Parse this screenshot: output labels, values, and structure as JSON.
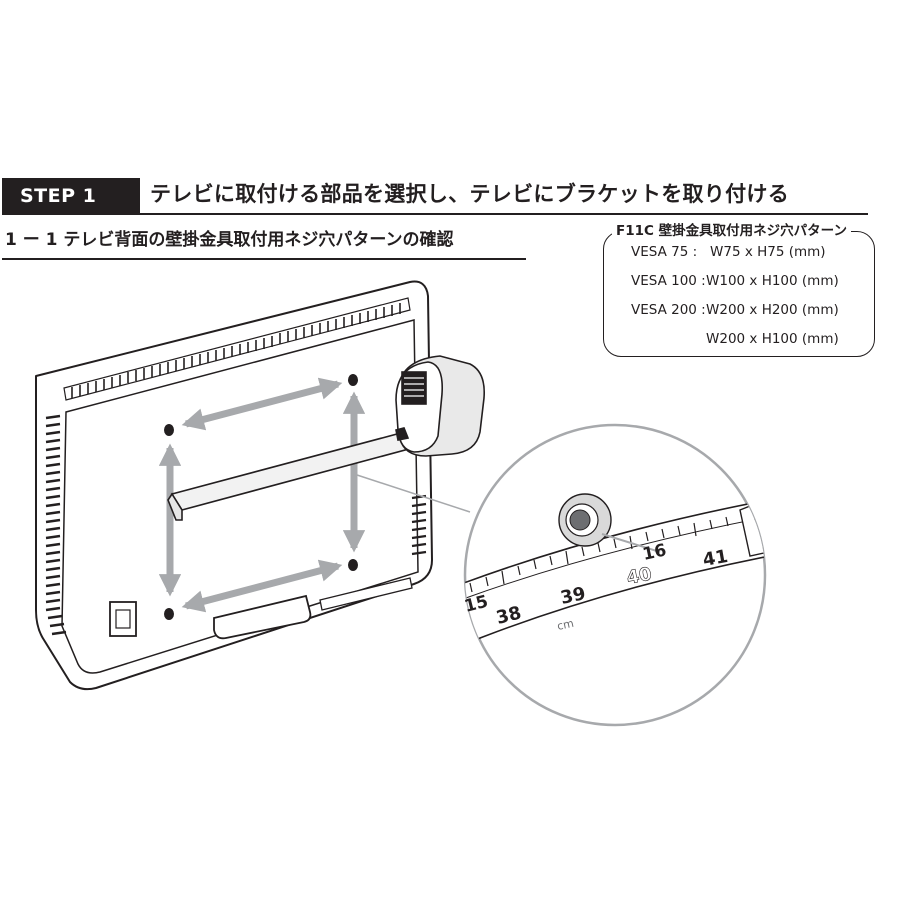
{
  "step": {
    "badge": "STEP 1",
    "title": "テレビに取付ける部品を選択し、テレビにブラケットを取り付ける"
  },
  "substep": {
    "title": "1 ー 1  テレビ背面の壁掛金具取付用ネジ穴パターンの確認"
  },
  "vesa_patterns": {
    "heading": "F11C 壁掛金具取付用ネジ穴パターン",
    "rows": [
      {
        "label": "VESA 75 :",
        "value": "W75  x  H75   (mm)"
      },
      {
        "label": "VESA 100 :",
        "value": "W100 x H100 (mm)"
      },
      {
        "label": "VESA 200 :",
        "value": "W200 x H200 (mm)"
      },
      {
        "label": "",
        "value": "W200 x H100 (mm)"
      }
    ]
  },
  "tape_measure": {
    "inch_marks": [
      "15",
      "16"
    ],
    "cm_marks": [
      "38",
      "39",
      "40",
      "41"
    ],
    "unit": "cm"
  },
  "colors": {
    "text": "#231f20",
    "arrow": "#a7a9ac",
    "line": "#231f20"
  }
}
